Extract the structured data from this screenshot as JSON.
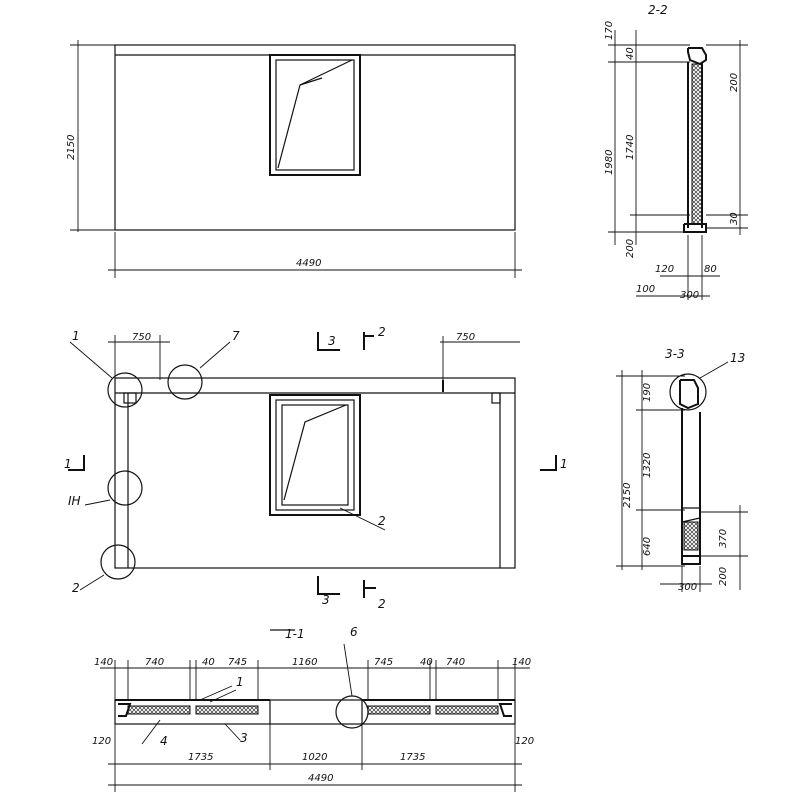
{
  "elevation": {
    "height": "2150",
    "width": "4490"
  },
  "section_2_2": {
    "title": "2-2",
    "dims_left": [
      "170",
      "40",
      "1740",
      "1980",
      "200"
    ],
    "dims_right": [
      "200",
      "30"
    ],
    "dims_bottom": [
      "120",
      "80",
      "100",
      "300"
    ]
  },
  "plan": {
    "dim_left": "750",
    "dim_right": "750",
    "callouts": [
      "1",
      "7",
      "IH",
      "2",
      "2"
    ],
    "section_marks": [
      {
        "num": "3"
      },
      {
        "num": "2"
      },
      {
        "num": "1"
      },
      {
        "num": "1"
      },
      {
        "num": "3"
      },
      {
        "num": "2"
      }
    ]
  },
  "section_3_3": {
    "title": "3-3",
    "callout": "13",
    "dims_left": [
      "190",
      "1320",
      "2150",
      "640"
    ],
    "dims_right": [
      "370",
      "200"
    ],
    "dim_bottom": "300"
  },
  "section_1_1": {
    "title": "1-1",
    "callouts": [
      "6",
      "1",
      "4",
      "3"
    ],
    "dims_top": [
      "140",
      "740",
      "40",
      "745",
      "1160",
      "745",
      "40",
      "740",
      "140"
    ],
    "dims_bottom": [
      "1735",
      "1020",
      "1735"
    ],
    "dim_total": "4490",
    "dims_side": [
      "120",
      "120"
    ]
  }
}
